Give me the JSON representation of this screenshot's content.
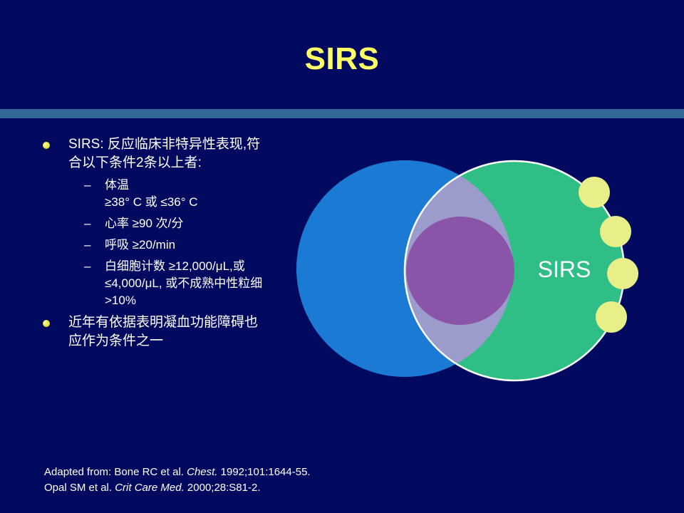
{
  "slide": {
    "title": "SIRS",
    "bullets": [
      {
        "text_line1": "SIRS: 反应临床非特异性表现,符",
        "text_line2": "合以下条件2条以上者:"
      },
      {
        "text_line1": "近年有依据表明凝血功能障碍也",
        "text_line2": "应作为条件之一"
      }
    ],
    "sub_items": [
      {
        "dash": "–",
        "lines": [
          "体温",
          "≥38° C 或 ≤36° C"
        ]
      },
      {
        "dash": "–",
        "lines": [
          "心率 ≥90 次/分"
        ]
      },
      {
        "dash": "–",
        "lines": [
          "呼吸 ≥20/min"
        ]
      },
      {
        "dash": "–",
        "lines": [
          "白细胞计数 ≥12,000/μL,或",
          "≤4,000/μL, 或不成熟中性粒细",
          ">10%"
        ]
      }
    ],
    "diagram": {
      "label": "SIRS",
      "colors": {
        "blue_circle": "#1a7ad4",
        "green_circle": "#2fbf86",
        "overlap": "#9c9ccc",
        "inner": "#8a55a8",
        "satellites": "#e8ee88"
      }
    },
    "references": {
      "line1_prefix": "Adapted from: Bone RC et al. ",
      "line1_journal": "Chest.",
      "line1_suffix": " 1992;101:1644-55.",
      "line2_prefix": "Opal SM et al. ",
      "line2_journal": "Crit Care Med.",
      "line2_suffix": " 2000;28:S81-2."
    }
  }
}
